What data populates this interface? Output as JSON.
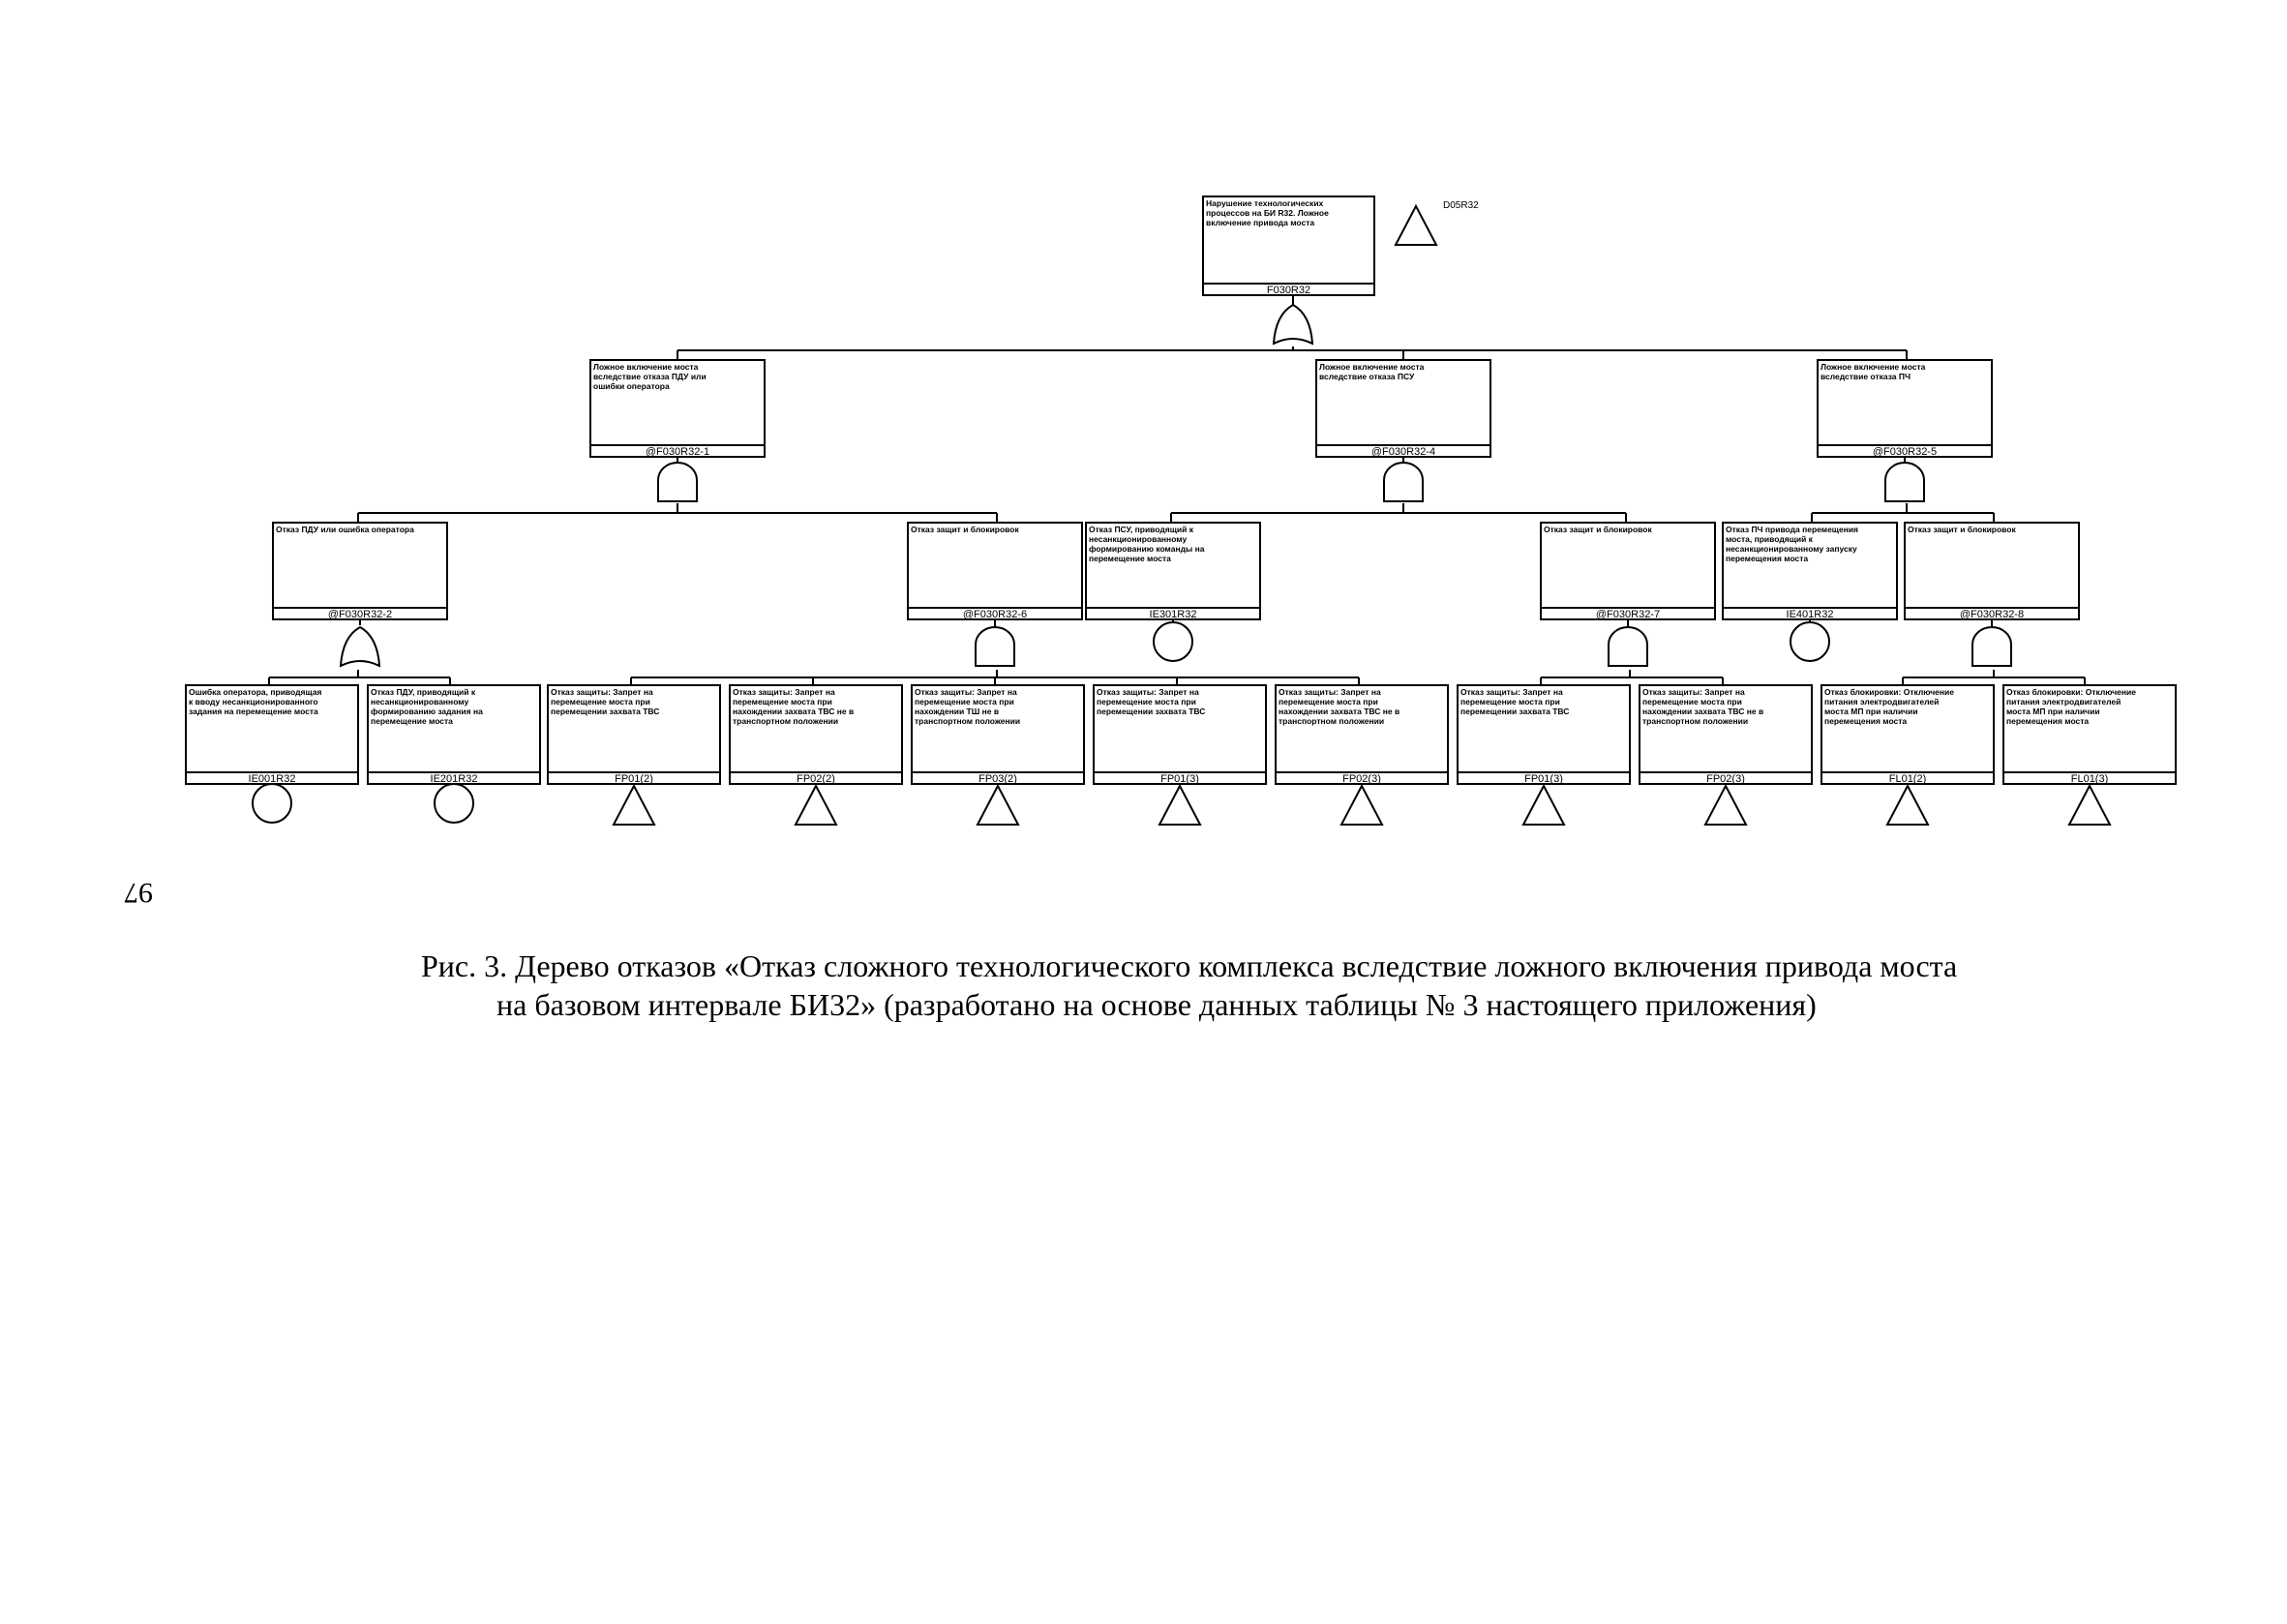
{
  "page_number": "97",
  "caption": {
    "line1": "Рис. 3. Дерево отказов «Отказ сложного технологического комплекса вследствие ложного включения привода моста",
    "line2": "на базовом интервале БИ32» (разработано на основе данных таблицы № 3 настоящего приложения)"
  },
  "top_event": {
    "text": [
      "Нарушение технологических",
      "процессов на БИ R32. Ложное",
      "включение привода моста"
    ],
    "id": "F030R32",
    "transfer_label": "D05R32"
  },
  "level1": [
    {
      "text": [
        "Ложное включение моста",
        "вследствие отказа ПДУ или",
        "ошибки оператора"
      ],
      "id": "@F030R32-1"
    },
    {
      "text": [
        "Ложное включение моста",
        "вследствие отказа ПСУ"
      ],
      "id": "@F030R32-4"
    },
    {
      "text": [
        "Ложное включение моста",
        "вследствие отказа ПЧ"
      ],
      "id": "@F030R32-5"
    }
  ],
  "level2": [
    {
      "text": [
        "Отказ ПДУ или ошибка оператора"
      ],
      "id": "@F030R32-2"
    },
    {
      "text": [
        "Отказ защит и блокировок"
      ],
      "id": "@F030R32-6"
    },
    {
      "text": [
        "Отказ ПСУ, приводящий к",
        "несанкционированному",
        "формированию команды на",
        "перемещение моста"
      ],
      "id": "IE301R32"
    },
    {
      "text": [
        "Отказ защит и блокировок"
      ],
      "id": "@F030R32-7"
    },
    {
      "text": [
        "Отказ ПЧ привода перемещения",
        "моста, приводящий к",
        "несанкционированному запуску",
        "перемещения моста"
      ],
      "id": "IE401R32"
    },
    {
      "text": [
        "Отказ защит и блокировок"
      ],
      "id": "@F030R32-8"
    }
  ],
  "level3": [
    {
      "text": [
        "Ошибка оператора, приводящая",
        "к вводу несанкционированного",
        "задания на перемещение моста"
      ],
      "id": "IE001R32"
    },
    {
      "text": [
        "Отказ ПДУ, приводящий к",
        "несанкционированному",
        "формированию задания на",
        "перемещение моста"
      ],
      "id": "IE201R32"
    },
    {
      "text": [
        "Отказ защиты: Запрет на",
        "перемещение моста при",
        "перемещении захвата ТВС"
      ],
      "id": "FP01(2)"
    },
    {
      "text": [
        "Отказ защиты: Запрет на",
        "перемещение моста при",
        "нахождении захвата ТВС не в",
        "транспортном положении"
      ],
      "id": "FP02(2)"
    },
    {
      "text": [
        "Отказ защиты: Запрет на",
        "перемещение моста при",
        "нахождении ТШ не в",
        "транспортном положении"
      ],
      "id": "FP03(2)"
    },
    {
      "text": [
        "Отказ защиты: Запрет на",
        "перемещение моста при",
        "перемещении захвата ТВС"
      ],
      "id": "FP01(3)"
    },
    {
      "text": [
        "Отказ защиты: Запрет на",
        "перемещение моста при",
        "нахождении захвата ТВС не в",
        "транспортном положении"
      ],
      "id": "FP02(3)"
    },
    {
      "text": [
        "Отказ защиты: Запрет на",
        "перемещение моста при",
        "перемещении захвата ТВС"
      ],
      "id": "FP01(3)"
    },
    {
      "text": [
        "Отказ защиты: Запрет на",
        "перемещение моста при",
        "нахождении захвата ТВС не в",
        "транспортном положении"
      ],
      "id": "FP02(3)"
    },
    {
      "text": [
        "Отказ блокировки: Отключение",
        "питания электродвигателей",
        "моста МП при наличии",
        "перемещения моста"
      ],
      "id": "FL01(2)"
    },
    {
      "text": [
        "Отказ блокировки: Отключение",
        "питания электродвигателей",
        "моста МП при наличии",
        "перемещения моста"
      ],
      "id": "FL01(3)"
    }
  ]
}
